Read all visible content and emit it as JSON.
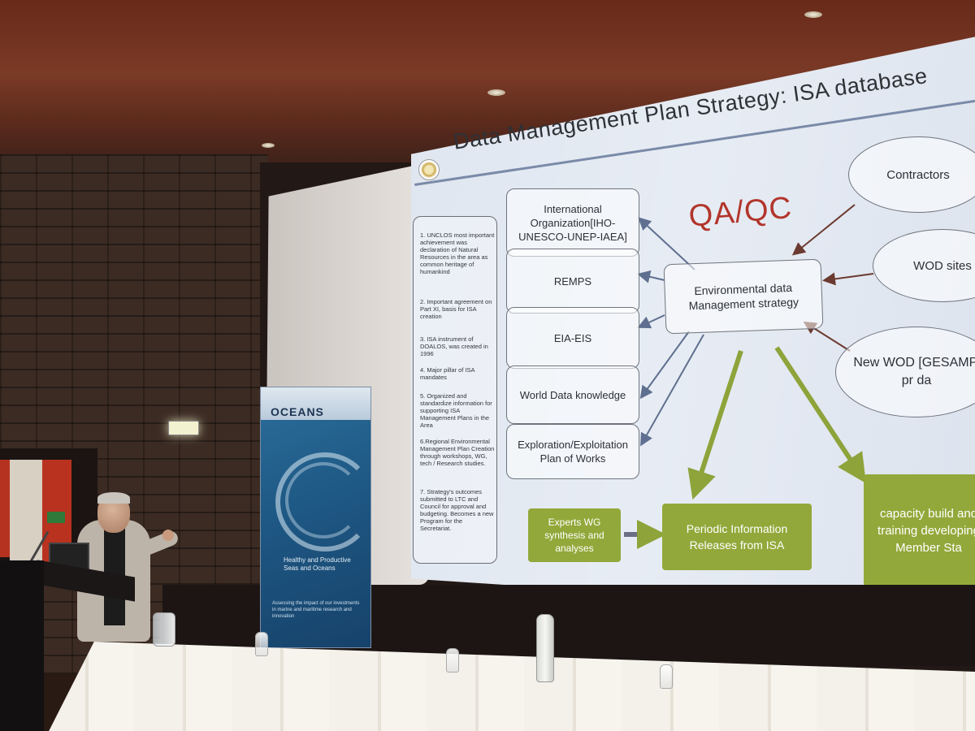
{
  "slide": {
    "title": "Data Management Plan Strategy: ISA database",
    "qaqc": "QA/QC",
    "bullets": [
      "1. UNCLOS most important achievement was declaration of Natural Resources in the area as common heritage of humankind",
      "2. Important agreement on Part XI, basis for ISA creation",
      "3. ISA instrument of DOALOS, was created in 1996",
      "4. Major pillar of ISA mandates",
      "5. Organized and standardize information for supporting ISA Management Plans in the Area",
      "6.Regional Environmental Management Plan Creation through workshops, WG, tech / Research studies.",
      "7. Strategy's outcomes submitted to LTC and Council for approval and budgeting. Becomes a new Program for the Secretariat."
    ],
    "left_boxes": [
      "International Organization[IHO-UNESCO-UNEP-IAEA]",
      "REMPS",
      "EIA-EIS",
      "World Data knowledge",
      "Exploration/Exploitation Plan of Works"
    ],
    "center_box": "Environmental data Management strategy",
    "ovals": [
      "Contractors",
      "WOD sites",
      "New WOD [GESAMP, pr da"
    ],
    "green_boxes": {
      "experts": "Experts WG synthesis and analyses",
      "periodic": "Periodic Information Releases from ISA",
      "capacity": "capacity build and training developing Member Sta"
    },
    "colors": {
      "qaqc": "#b2352b",
      "green_box": "#93a83a",
      "green_arrow": "#8ea33a",
      "blue_arrow": "#5f6f8f"
    }
  },
  "banner": {
    "logo": "OCEANS",
    "slogan": "Healthy and Productive Seas and Oceans",
    "small_text": "Assessing the impact of our investments in marine and maritime research and innovation"
  },
  "exit_sign_color": "#f3f2d0"
}
